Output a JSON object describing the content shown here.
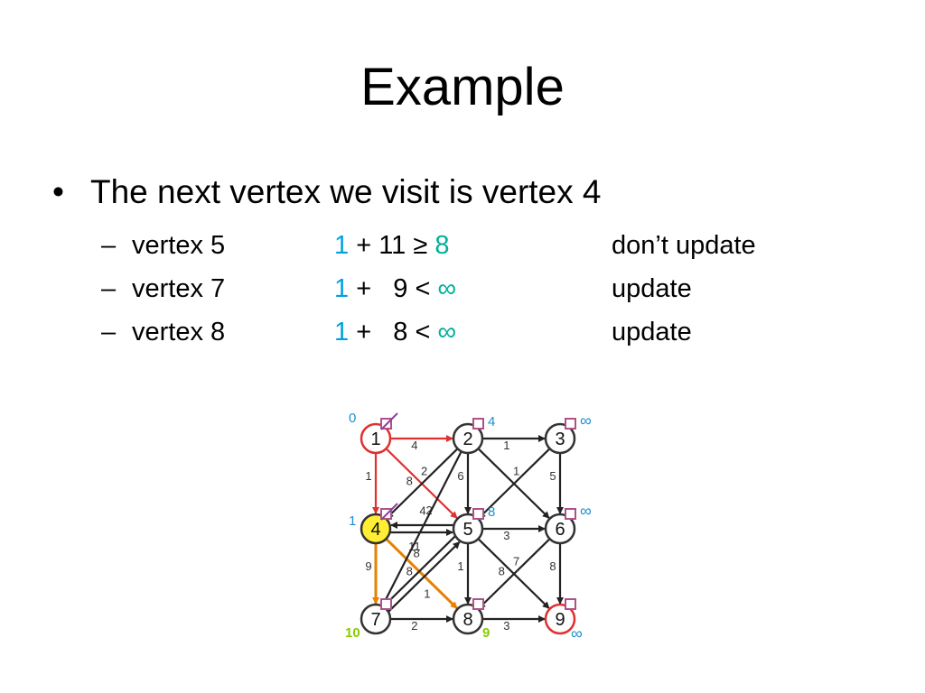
{
  "slide": {
    "title": "Example",
    "bullet": "The next vertex we visit is vertex 4",
    "bullet_marker": "•",
    "rows": [
      {
        "dash": "–",
        "vertex": "vertex 5",
        "a": "1",
        "op": " + 11 ≥ ",
        "b": "8",
        "action": "don’t update"
      },
      {
        "dash": "–",
        "vertex": "vertex 7",
        "a": "1",
        "op": " +   9 < ",
        "b": "∞",
        "action": "update"
      },
      {
        "dash": "–",
        "vertex": "vertex 8",
        "a": "1",
        "op": " +   8 < ",
        "b": "∞",
        "action": "update"
      }
    ]
  },
  "graph": {
    "nodes": [
      {
        "id": "1",
        "label": "1",
        "fill": "#ffffff",
        "stroke": "#e03030",
        "dist": "0",
        "dist_color": "#1e90d0",
        "check": true
      },
      {
        "id": "2",
        "label": "2",
        "fill": "#ffffff",
        "stroke": "#333333",
        "dist": "4",
        "dist_color": "#1e90d0",
        "check": false
      },
      {
        "id": "3",
        "label": "3",
        "fill": "#ffffff",
        "stroke": "#333333",
        "dist": "∞",
        "dist_color": "#1e90d0",
        "check": false
      },
      {
        "id": "4",
        "label": "4",
        "fill": "#ffee33",
        "stroke": "#333333",
        "dist": "1",
        "dist_color": "#1e90d0",
        "check": true
      },
      {
        "id": "5",
        "label": "5",
        "fill": "#ffffff",
        "stroke": "#333333",
        "dist": "8",
        "dist_color": "#1e90d0",
        "check": false
      },
      {
        "id": "6",
        "label": "6",
        "fill": "#ffffff",
        "stroke": "#333333",
        "dist": "∞",
        "dist_color": "#1e90d0",
        "check": false
      },
      {
        "id": "7",
        "label": "7",
        "fill": "#ffffff",
        "stroke": "#333333",
        "dist": "10",
        "dist_color": "#88cc00",
        "check": false
      },
      {
        "id": "8",
        "label": "8",
        "fill": "#ffffff",
        "stroke": "#333333",
        "dist": "9",
        "dist_color": "#88cc00",
        "check": false
      },
      {
        "id": "9",
        "label": "9",
        "fill": "#ffffff",
        "stroke": "#e03030",
        "dist": "∞",
        "dist_color": "#1e90d0",
        "check": false
      }
    ],
    "edges": [
      {
        "from": "1",
        "to": "2",
        "weight": "4",
        "color": "#e03030"
      },
      {
        "from": "1",
        "to": "4",
        "weight": "1",
        "color": "#e03030"
      },
      {
        "from": "1",
        "to": "5",
        "weight": "8",
        "color": "#e03030"
      },
      {
        "from": "2",
        "to": "3",
        "weight": "1",
        "color": "#222222"
      },
      {
        "from": "2",
        "to": "4",
        "weight": "2",
        "color": "#222222"
      },
      {
        "from": "2",
        "to": "5",
        "weight": "6",
        "color": "#222222"
      },
      {
        "from": "2",
        "to": "6",
        "weight": "",
        "color": "#222222"
      },
      {
        "from": "3",
        "to": "5",
        "weight": "1",
        "color": "#222222"
      },
      {
        "from": "3",
        "to": "6",
        "weight": "5",
        "color": "#222222"
      },
      {
        "from": "4",
        "to": "5",
        "weight": "11",
        "color": "#222222"
      },
      {
        "from": "5",
        "to": "4",
        "weight": "2",
        "color": "#222222"
      },
      {
        "from": "4",
        "to": "7",
        "weight": "9",
        "color": "#e88000"
      },
      {
        "from": "4",
        "to": "8",
        "weight": "8",
        "color": "#e88000"
      },
      {
        "from": "5",
        "to": "6",
        "weight": "3",
        "color": "#222222"
      },
      {
        "from": "5",
        "to": "7",
        "weight": "8",
        "color": "#222222"
      },
      {
        "from": "7",
        "to": "5",
        "weight": "1",
        "color": "#222222"
      },
      {
        "from": "5",
        "to": "8",
        "weight": "1",
        "color": "#222222"
      },
      {
        "from": "5",
        "to": "9",
        "weight": "8",
        "color": "#222222"
      },
      {
        "from": "6",
        "to": "8",
        "weight": "7",
        "color": "#222222"
      },
      {
        "from": "6",
        "to": "9",
        "weight": "8",
        "color": "#222222"
      },
      {
        "from": "7",
        "to": "8",
        "weight": "2",
        "color": "#222222"
      },
      {
        "from": "8",
        "to": "9",
        "weight": "3",
        "color": "#222222"
      },
      {
        "from": "2",
        "to": "7",
        "weight": "4",
        "color": "#222222"
      }
    ]
  }
}
